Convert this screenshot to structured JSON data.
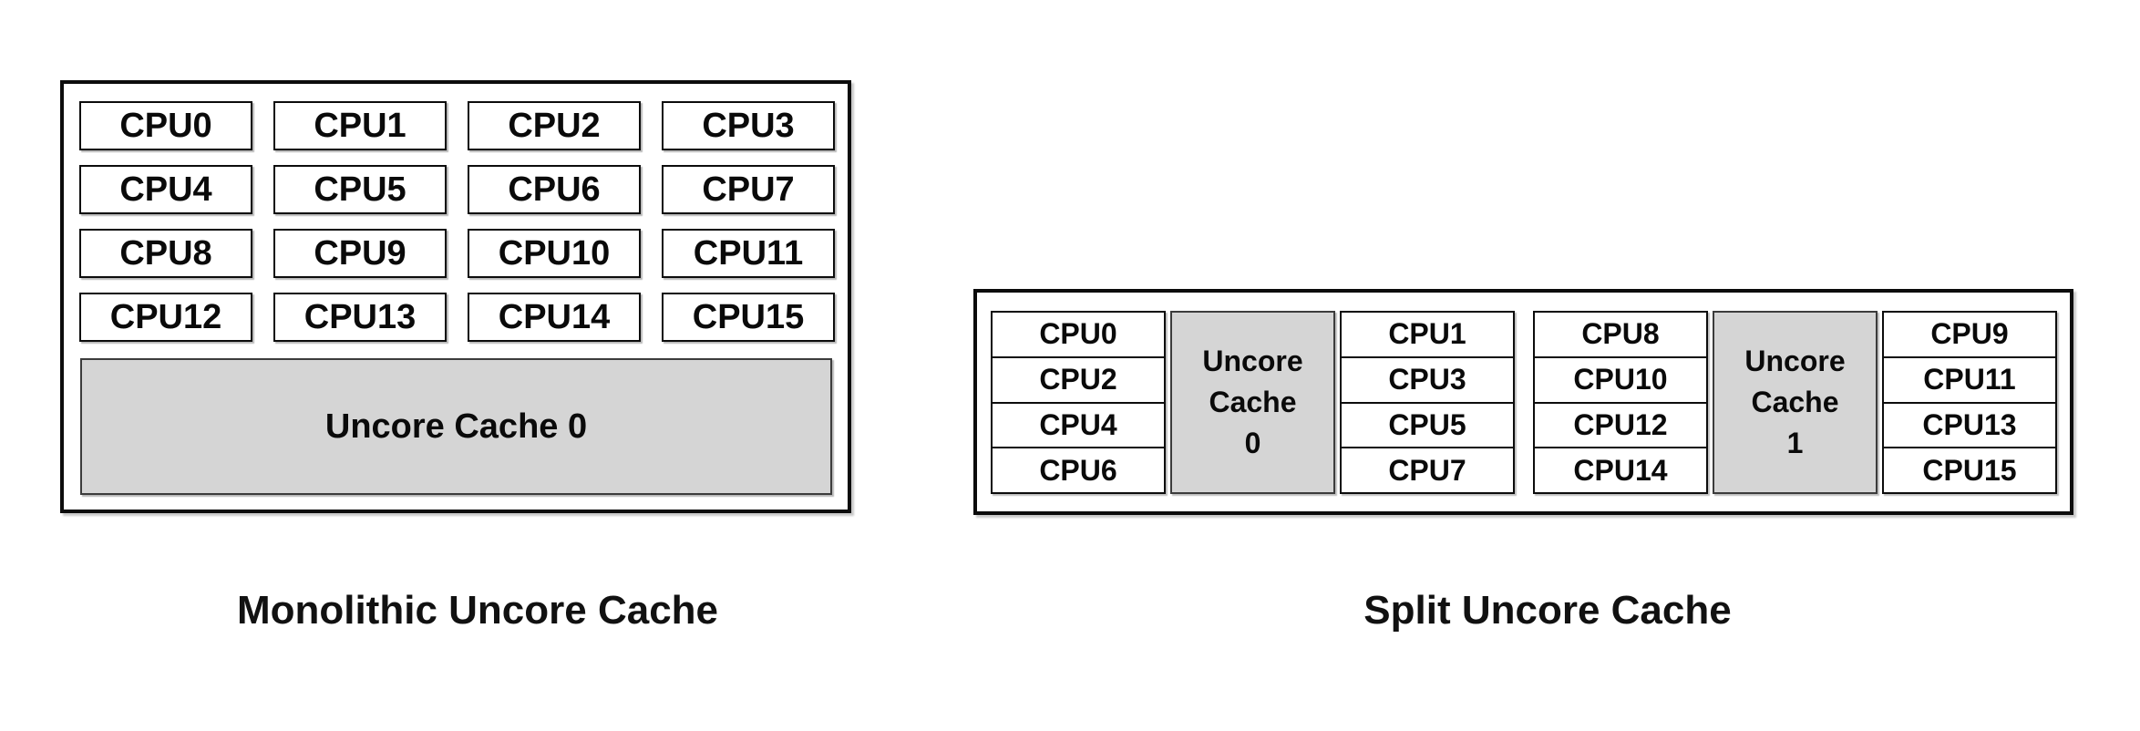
{
  "colors": {
    "background": "#ffffff",
    "box_border": "#0c0c0c",
    "uncore_fill": "#d5d5d5",
    "uncore_border": "#3c3c3c",
    "text": "#111111"
  },
  "monolithic": {
    "caption": "Monolithic Uncore Cache",
    "uncore_label": "Uncore Cache 0",
    "cpus": [
      "CPU0",
      "CPU1",
      "CPU2",
      "CPU3",
      "CPU4",
      "CPU5",
      "CPU6",
      "CPU7",
      "CPU8",
      "CPU9",
      "CPU10",
      "CPU11",
      "CPU12",
      "CPU13",
      "CPU14",
      "CPU15"
    ]
  },
  "split": {
    "caption": "Split Uncore Cache",
    "groups": [
      {
        "left_cpus": [
          "CPU0",
          "CPU2",
          "CPU4",
          "CPU6"
        ],
        "uncore_lines": [
          "Uncore",
          "Cache",
          "0"
        ],
        "right_cpus": [
          "CPU1",
          "CPU3",
          "CPU5",
          "CPU7"
        ]
      },
      {
        "left_cpus": [
          "CPU8",
          "CPU10",
          "CPU12",
          "CPU14"
        ],
        "uncore_lines": [
          "Uncore",
          "Cache",
          "1"
        ],
        "right_cpus": [
          "CPU9",
          "CPU11",
          "CPU13",
          "CPU15"
        ]
      }
    ]
  }
}
